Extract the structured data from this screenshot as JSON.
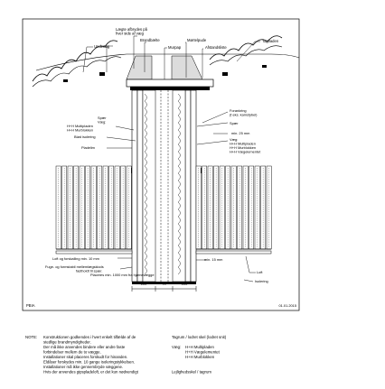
{
  "labels": {
    "laegte_1": "Lægte afbrydes på",
    "laegte_2": "hver side af væg",
    "braendbaelte": "Brandbælte",
    "murpap": "Murpap",
    "mortelpude": "Mørtelpude",
    "afstandsliste": "Afstandsliste",
    "tagflade": "Tagfladen",
    "undertag": "Undertag",
    "forankring_1": "Forankring",
    "forankring_2": "(f.eks. kamstybel)",
    "spaer": "Spær",
    "min_25": "min. 25 mm",
    "vaeg": "Væg:",
    "hh_multipladen": "H+H Multipladen",
    "hh_murblokken": "H+H Murblokken",
    "hh_vaegelementet": "H+H Vægelementet",
    "blod_isolering": "Blød isolering",
    "pladelm": "Pladelim",
    "loft_forskalling": "Loft og forskalling min. 10 mm",
    "fuge_1": "Fuge- og formstabil mellemlægsklods",
    "fuge_2": "fastholdt til spær.",
    "fuge_3": "Placeres min. 1000 mm fra hjørnevægge",
    "fuge_4": "",
    "min_15": "min. 15 mm",
    "loft": "Loft",
    "isolering": "Isolering",
    "pbia": "PBIA",
    "date": "01.01.2015"
  },
  "dimensions": [
    "100",
    "70",
    "100"
  ],
  "notes": {
    "heading": "NOTE:",
    "lines": [
      "Konstruktionen godkendes i hvert enkelt tilfælde af de",
      "stedlige brandmyndigheder.",
      "Der må ikke anvendes bindere eller andre faste",
      "forbindelser mellem de to vægge.",
      "Installationer skal placeres forskudt for hinanden.",
      "Eldåser forskydes min. 10 gange isoleringstykkelsen.",
      "Installationer må ikke gennembryde væggene.",
      "Hvis der anvendes gipspladeloft, er det kun nødvendigt",
      "",
      ""
    ]
  },
  "legend": {
    "tagrum": "Tagrum / lodret skel (lodret snit)",
    "vaeg": "Væg:",
    "lejlighedsskel": "Lejlighedsskel / tagrum"
  }
}
